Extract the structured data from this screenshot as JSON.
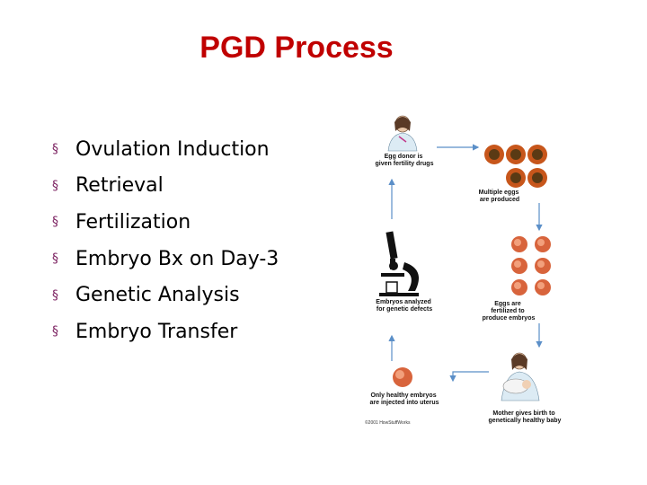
{
  "title": "PGD Process",
  "bullet_marker": "§",
  "bullets": [
    "Ovulation Induction",
    "Retrieval",
    "Fertilization",
    "Embryo Bx on Day-3",
    "Genetic Analysis",
    "Embryo Transfer"
  ],
  "diagram": {
    "step1": [
      "Egg donor is",
      "given fertility drugs"
    ],
    "step2": [
      "Multiple eggs",
      "are produced"
    ],
    "step3": [
      "Eggs are",
      "fertilized to",
      "produce embryos"
    ],
    "step4": [
      "Embryos analyzed",
      "for genetic defects"
    ],
    "step5": [
      "Only healthy embryos",
      "are injected into uterus"
    ],
    "step6": [
      "Mother gives birth to",
      "genetically healthy baby"
    ],
    "credit": "©2001 HowStuffWorks"
  },
  "colors": {
    "title": "#c00000",
    "bullet": "#7a1f5f",
    "arrow": "#5b8fc8",
    "egg_outer": "#c7561b",
    "egg_inner": "#5a3a14",
    "embryo_outer": "#d8643c",
    "embryo_inner": "#f2a07c"
  }
}
